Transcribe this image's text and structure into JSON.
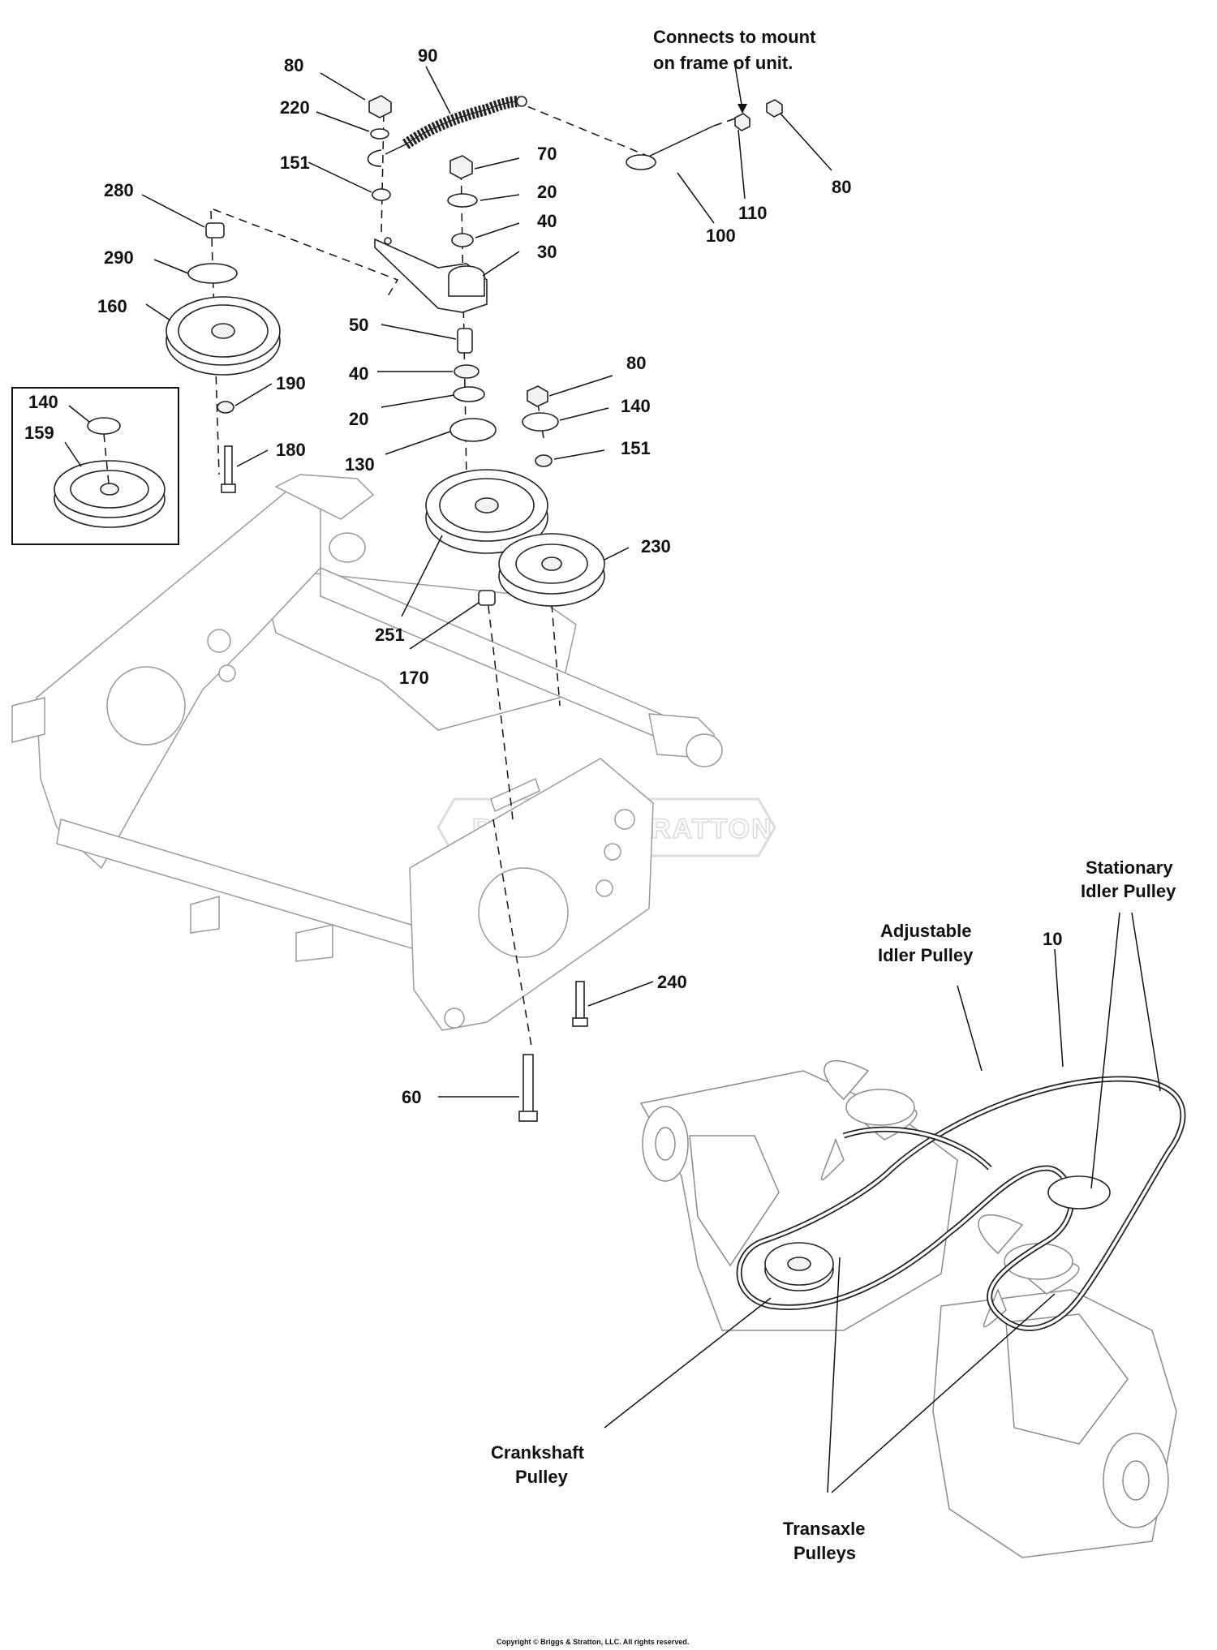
{
  "callouts": {
    "c80a": "80",
    "c90": "90",
    "c220": "220",
    "c151a": "151",
    "c70": "70",
    "c20a": "20",
    "c40a": "40",
    "c30": "30",
    "c280": "280",
    "c290": "290",
    "c160": "160",
    "c50": "50",
    "c40b": "40",
    "c190": "190",
    "c20b": "20",
    "c140a": "140",
    "c159": "159",
    "c180": "180",
    "c80b": "80",
    "c140b": "140",
    "c151b": "151",
    "c130": "130",
    "c230": "230",
    "c251": "251",
    "c170": "170",
    "c100": "100",
    "c110": "110",
    "c80c": "80",
    "c240": "240",
    "c60": "60",
    "c10": "10"
  },
  "notes": {
    "connects_line1": "Connects to mount",
    "connects_line2": "on frame of unit.",
    "stationary_line1": "Stationary",
    "stationary_line2": "Idler Pulley",
    "adjustable_line1": "Adjustable",
    "adjustable_line2": "Idler Pulley",
    "crankshaft_line1": "Crankshaft",
    "crankshaft_line2": "Pulley",
    "transaxle_line1": "Transaxle",
    "transaxle_line2": "Pulleys"
  },
  "watermark": "BRIGGS&STRATTON",
  "copyright": "Copyright © Briggs & Stratton, LLC. All rights reserved."
}
